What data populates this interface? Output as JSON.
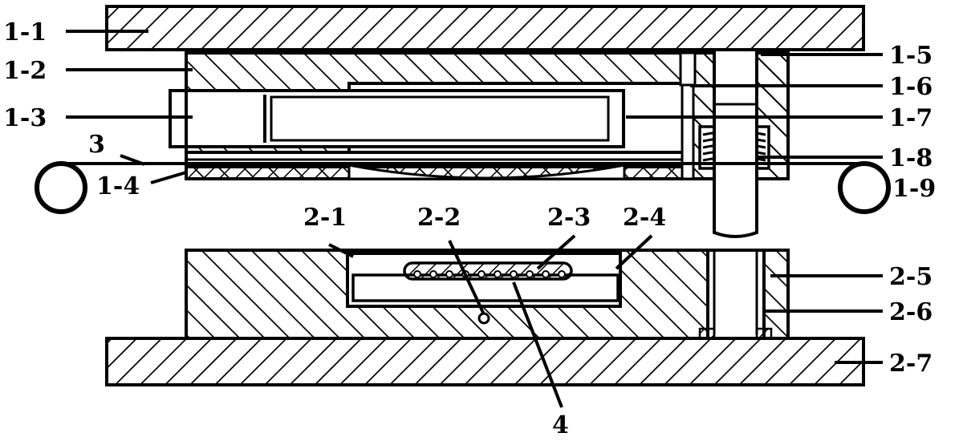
{
  "labels": {
    "l1_1": "1-1",
    "l1_2": "1-2",
    "l1_3": "1-3",
    "l1_4": "1-4",
    "l1_5": "1-5",
    "l1_6": "1-6",
    "l1_7": "1-7",
    "l1_8": "1-8",
    "l1_9": "1-9",
    "l2_1": "2-1",
    "l2_2": "2-2",
    "l2_3": "2-3",
    "l2_4": "2-4",
    "l2_5": "2-5",
    "l2_6": "2-6",
    "l2_7": "2-7",
    "l3": "3",
    "l4": "4"
  },
  "colors": {
    "ink": "#000000",
    "paper": "#ffffff"
  }
}
